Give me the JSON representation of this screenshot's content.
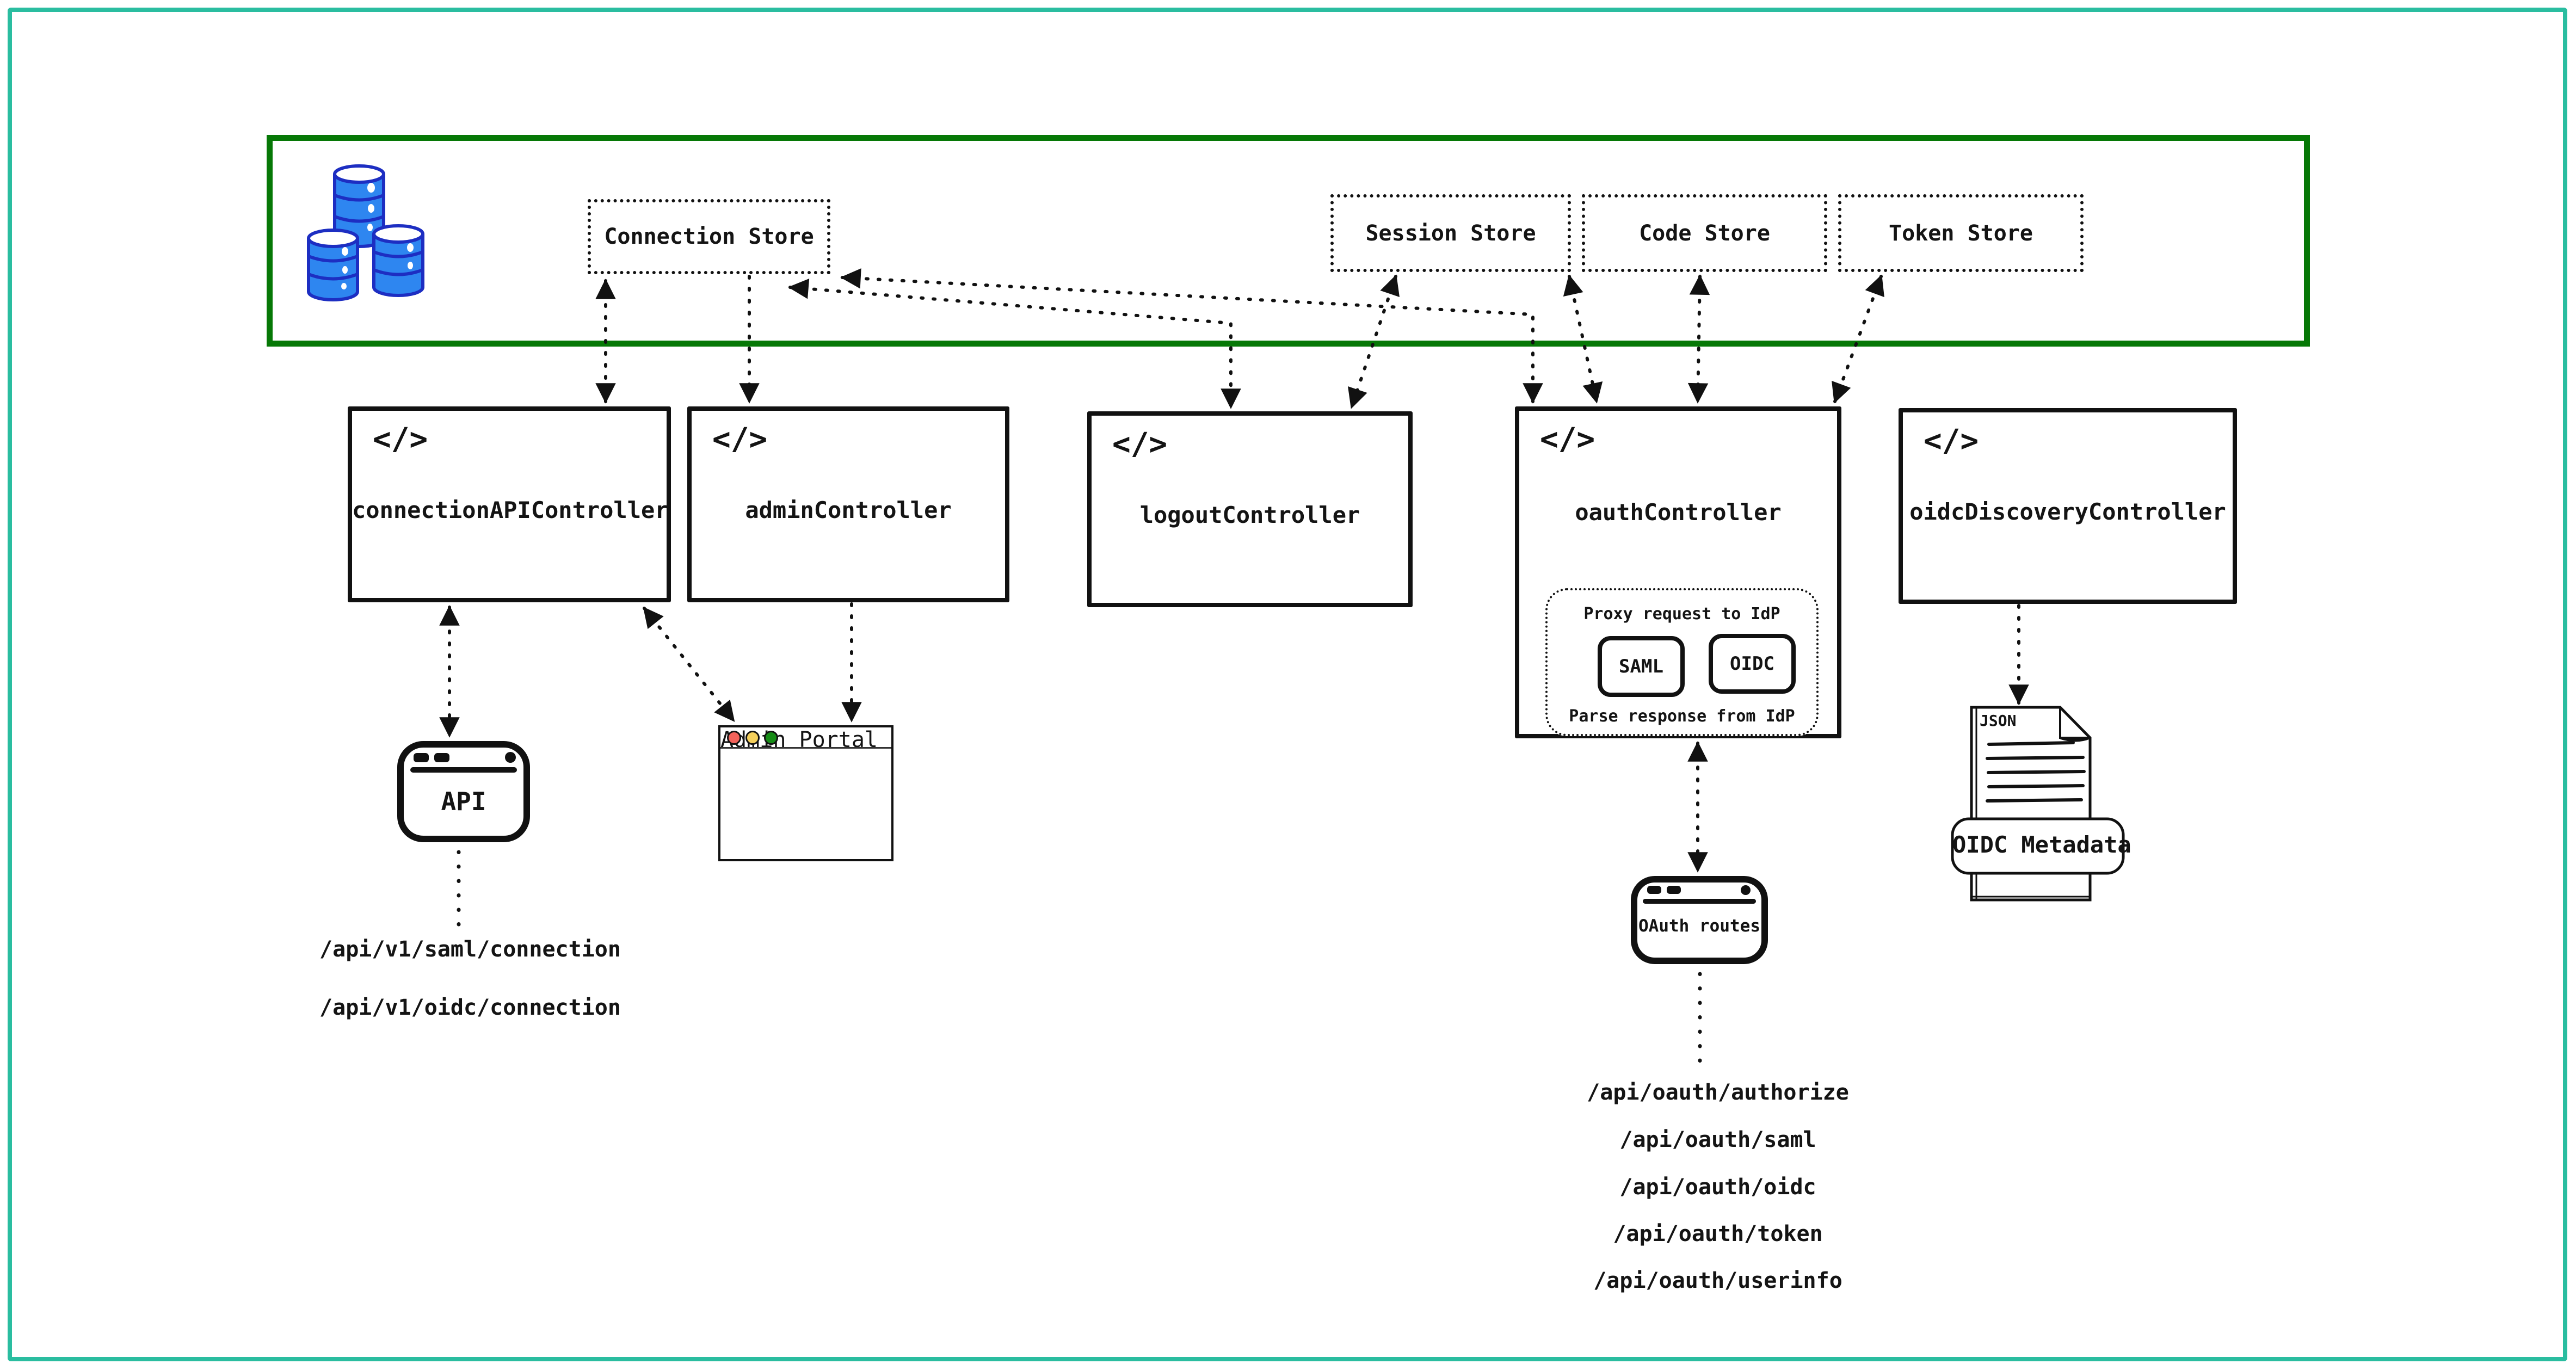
{
  "icons": {
    "code": "</>"
  },
  "colors": {
    "frame_border": "#2abda0",
    "persistence_border": "#067806",
    "db_fill": "#2e86f0",
    "db_outline": "#1d2ec2",
    "traffic_red": "#f2625a",
    "traffic_yellow": "#f5d05c",
    "traffic_green": "#168c16"
  },
  "store_layer": {
    "stores": [
      {
        "id": "connection-store",
        "label": "Connection Store"
      },
      {
        "id": "session-store",
        "label": "Session Store"
      },
      {
        "id": "code-store",
        "label": "Code Store"
      },
      {
        "id": "token-store",
        "label": "Token Store"
      }
    ]
  },
  "controllers": [
    {
      "id": "connection-api-controller",
      "label": "connectionAPIController"
    },
    {
      "id": "admin-controller",
      "label": "adminController"
    },
    {
      "id": "logout-controller",
      "label": "logoutController"
    },
    {
      "id": "oauth-controller",
      "label": "oauthController"
    },
    {
      "id": "oidc-discovery-controller",
      "label": "oidcDiscoveryController"
    }
  ],
  "oauth_internal": {
    "proxy_label": "Proxy request to IdP",
    "saml_label": "SAML",
    "oidc_label": "OIDC",
    "parse_label": "Parse response from IdP"
  },
  "api_client": {
    "label": "API",
    "endpoints": [
      "/api/v1/saml/connection",
      "/api/v1/oidc/connection"
    ]
  },
  "admin_portal": {
    "label": "Admin Portal"
  },
  "oauth_routes": {
    "label": "OAuth routes",
    "endpoints": [
      "/api/oauth/authorize",
      "/api/oauth/saml",
      "/api/oauth/oidc",
      "/api/oauth/token",
      "/api/oauth/userinfo"
    ]
  },
  "oidc_metadata": {
    "file_type": "JSON",
    "label": "OIDC Metadata"
  }
}
